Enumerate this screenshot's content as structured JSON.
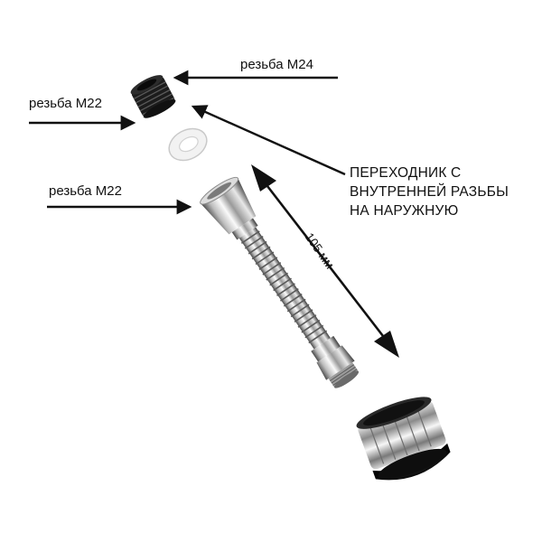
{
  "labels": {
    "thread_m24": "резьба M24",
    "thread_m22_adapter": "резьба M22",
    "thread_m22_hose": "резьба M22",
    "adapter_note": {
      "line1": "ПЕРЕХОДНИК С",
      "line2": "ВНУТРЕННЕЙ РАЗЬБЫ",
      "line3": "НА НАРУЖНУЮ"
    },
    "length": "105 мм"
  },
  "colors": {
    "ink": "#111111",
    "chrome_light": "#f4f4f4",
    "chrome_mid": "#b9b9b9",
    "chrome_dark": "#4a4a4a",
    "rubber": "#1c1c1c",
    "washer": "#f2f2f2"
  },
  "icons": {
    "adapter": "threaded-adapter-icon",
    "washer": "rubber-washer-icon",
    "hose": "flexible-hose-icon",
    "aerator": "aerator-head-icon"
  }
}
